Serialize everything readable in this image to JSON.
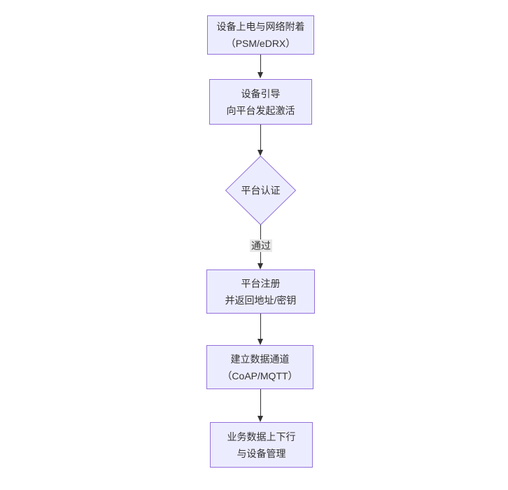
{
  "diagram": {
    "type": "flowchart",
    "direction": "top-down",
    "colors": {
      "node_fill": "#ECECFF",
      "node_border": "#9370DB",
      "edge": "#333333",
      "text": "#333333",
      "edge_label_bg": "#e8e8e8",
      "background": "#ffffff"
    },
    "nodes": [
      {
        "id": "power-attach",
        "shape": "rect",
        "line1": "设备上电与网络附着",
        "line2": "（PSM/eDRX）"
      },
      {
        "id": "bootstrap",
        "shape": "rect",
        "line1": "设备引导",
        "line2": "向平台发起激活"
      },
      {
        "id": "platform-auth",
        "shape": "diamond",
        "line1": "平台认证",
        "line2": ""
      },
      {
        "id": "register",
        "shape": "rect",
        "line1": "平台注册",
        "line2": "并返回地址/密钥"
      },
      {
        "id": "data-channel",
        "shape": "rect",
        "line1": "建立数据通道",
        "line2": "（CoAP/MQTT）"
      },
      {
        "id": "business",
        "shape": "rect",
        "line1": "业务数据上下行",
        "line2": "与设备管理"
      }
    ],
    "edges": [
      {
        "from": "power-attach",
        "to": "bootstrap",
        "label": ""
      },
      {
        "from": "bootstrap",
        "to": "platform-auth",
        "label": ""
      },
      {
        "from": "platform-auth",
        "to": "register",
        "label": "通过"
      },
      {
        "from": "register",
        "to": "data-channel",
        "label": ""
      },
      {
        "from": "data-channel",
        "to": "business",
        "label": ""
      }
    ]
  }
}
